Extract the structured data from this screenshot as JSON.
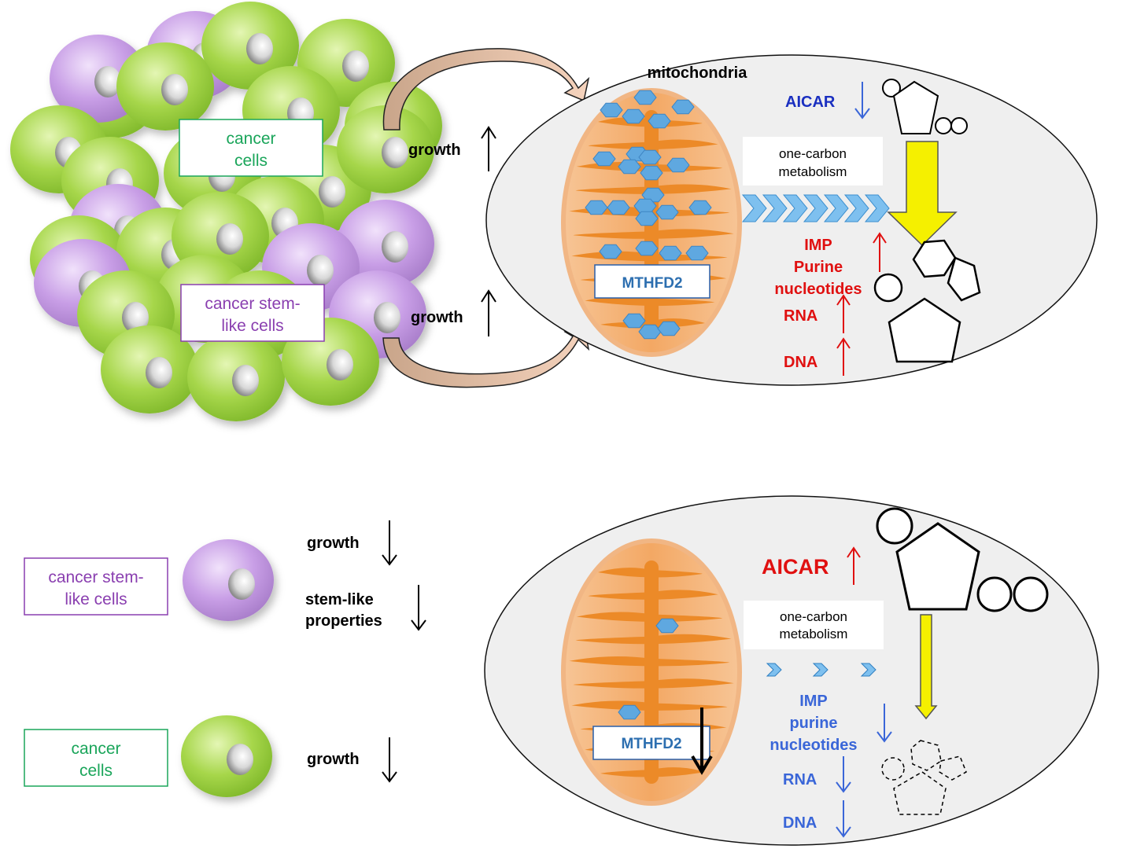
{
  "colors": {
    "green_cell": "#a6d64a",
    "purple_cell": "#c89ee6",
    "mito_orange": "#f2a65a",
    "mito_crista": "#ec8a28",
    "enzyme_blue": "#5fa8e0",
    "red": "#e01010",
    "blue_text": "#3a66d8",
    "dark_blue": "#1a2fc0",
    "yellow_arrow": "#f5f000",
    "green_label": "#1aa55a",
    "purple_label": "#8a3fb0",
    "cell_body": "#efefef",
    "chevron": "#7ec0ef"
  },
  "top": {
    "cluster_labels": {
      "cancer_cells": [
        "cancer",
        "cells"
      ],
      "stem_cells": [
        "cancer stem-",
        "like cells"
      ]
    },
    "growth_upper": "growth",
    "growth_lower": "growth",
    "mitochondria_label": "mitochondria",
    "enzyme_label": "MTHFD2",
    "aicar_label": "AICAR",
    "one_carbon": [
      "one-carbon",
      "metabolism"
    ],
    "imp_lines": [
      "IMP",
      "Purine",
      "nucleotides"
    ],
    "rna": "RNA",
    "dna": "DNA"
  },
  "bottom": {
    "stem_label": [
      "cancer stem-",
      "like cells"
    ],
    "cancer_label": [
      "cancer",
      "cells"
    ],
    "growth_stem": "growth",
    "stem_props": [
      "stem-like",
      "properties"
    ],
    "growth_cancer": "growth",
    "enzyme_label": "MTHFD2",
    "aicar_label": "AICAR",
    "one_carbon": [
      "one-carbon",
      "metabolism"
    ],
    "imp_lines": [
      "IMP",
      "purine",
      "nucleotides"
    ],
    "rna": "RNA",
    "dna": "DNA"
  }
}
